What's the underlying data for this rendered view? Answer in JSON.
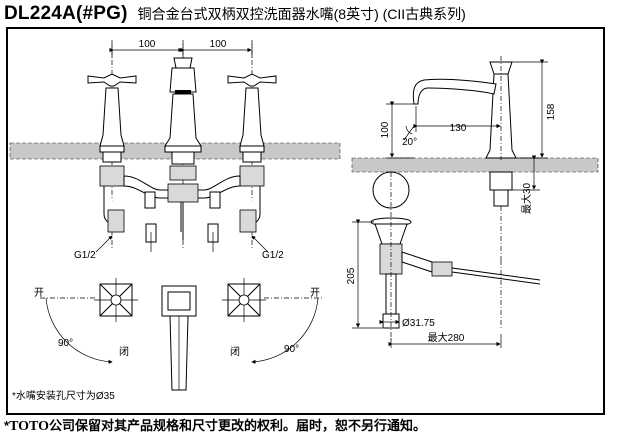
{
  "header": {
    "model": "DL224A(#PG)",
    "description": "铜合金台式双柄双控洗面器水嘴(8英寸) (CII古典系列)"
  },
  "front_view": {
    "dim_left": "100",
    "dim_right": "100",
    "thread_left": "G1/2",
    "thread_right": "G1/2"
  },
  "side_view": {
    "dim_height": "158",
    "dim_reach": "130",
    "dim_spout_height": "100",
    "angle": "20°",
    "max_counter": "最大30",
    "drain_height": "205",
    "drain_diameter": "Ø31.75",
    "max_length": "最大280"
  },
  "top_view": {
    "open_left": "开",
    "open_right": "开",
    "close_left": "闭",
    "close_right": "闭",
    "angle_left": "90°",
    "angle_right": "90°",
    "note": "*水嘴安装孔尺寸为Ø35"
  },
  "footer": {
    "asterisk": "*",
    "brand": "TOTO",
    "notice": "公司保留对其产品规格和尺寸更改的权利。届时，恕不另行通知。"
  }
}
